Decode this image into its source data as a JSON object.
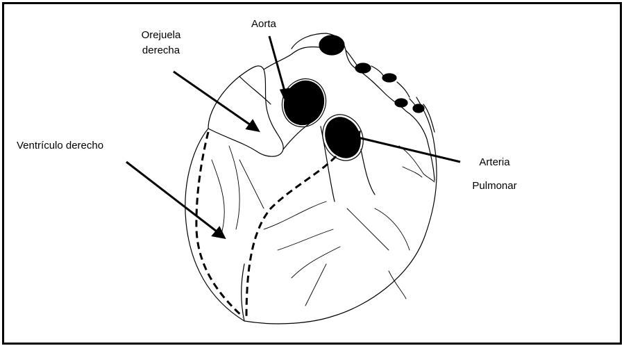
{
  "labels": {
    "orejuela_line1": "Orejuela",
    "orejuela_line2": "derecha",
    "aorta": "Aorta",
    "ventriculo": "Ventrículo derecho",
    "arteria_line1": "Arteria",
    "arteria_line2": "Pulmonar"
  },
  "colors": {
    "ink": "#000000",
    "background": "#ffffff"
  }
}
